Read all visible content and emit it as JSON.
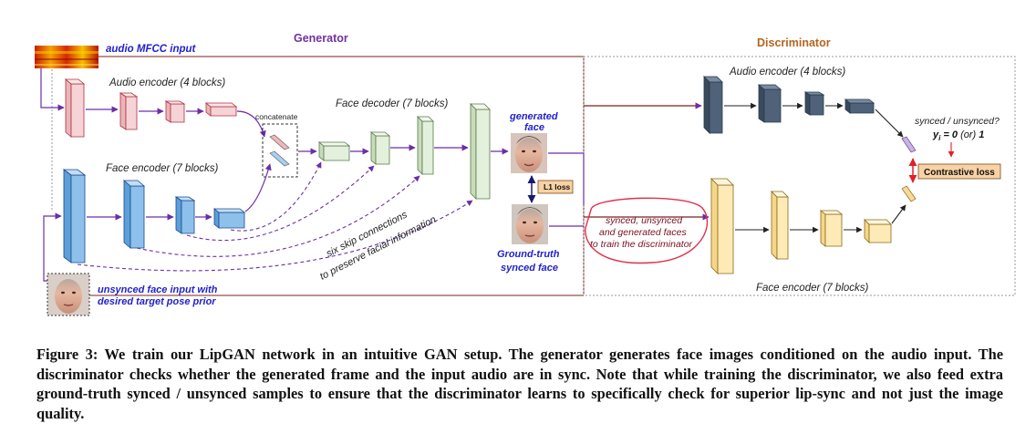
{
  "diagram": {
    "generator_title": "Generator",
    "discriminator_title": "Discriminator",
    "audio_input_label": "audio MFCC input",
    "gen_audio_encoder_label": "Audio encoder (4 blocks)",
    "concatenate_label": "concatenate",
    "face_decoder_label": "Face decoder (7 blocks)",
    "generated_face_line1": "generated",
    "generated_face_line2": "face",
    "gen_face_encoder_label": "Face encoder (7 blocks)",
    "l1_loss_label": "L1 loss",
    "skip_line1": "six skip connections",
    "skip_line2": "to preserve facial information",
    "ground_truth_line1": "Ground-truth",
    "ground_truth_line2": "synced face",
    "unsynced_line1": "unsynced face input with",
    "unsynced_line2": "desired target pose prior",
    "disc_audio_encoder_label": "Audio encoder (4 blocks)",
    "disc_face_encoder_label": "Face encoder (7 blocks)",
    "synced_question": "synced / unsynced?",
    "yi_label": "y",
    "yi_sub": "i",
    "yi_eq": " = 0 ",
    "yi_or": "(or)",
    "yi_one": " 1",
    "contrastive_loss_label": "Contrastive loss",
    "annot_line1": "synced, unsynced",
    "annot_line2": "and generated faces",
    "annot_line3": "to train the discriminator",
    "colors": {
      "generator_title": "#7030a0",
      "discriminator_title": "#b5651d",
      "blue_text": "#2222cc",
      "arrow_purple": "#6a2ea8",
      "annotation_red": "#d8304a",
      "loss_box_fill": "#f8d2a5",
      "audio_block": "#f6d3d6",
      "face_block": "#8dc1ec",
      "decoder_block": "#e3f0dc",
      "disc_audio_block": "#4f627a",
      "disc_face_block": "#fdeab6"
    }
  },
  "caption": {
    "text": "Figure 3: We train our LipGAN network in an intuitive GAN setup. The generator generates face images conditioned on the audio input. The discriminator checks whether the generated frame and the input audio are in sync. Note that while training the discriminator, we also feed extra ground-truth synced / unsynced samples to ensure that the discriminator learns to specifically check for superior lip-sync and not just the image quality."
  }
}
